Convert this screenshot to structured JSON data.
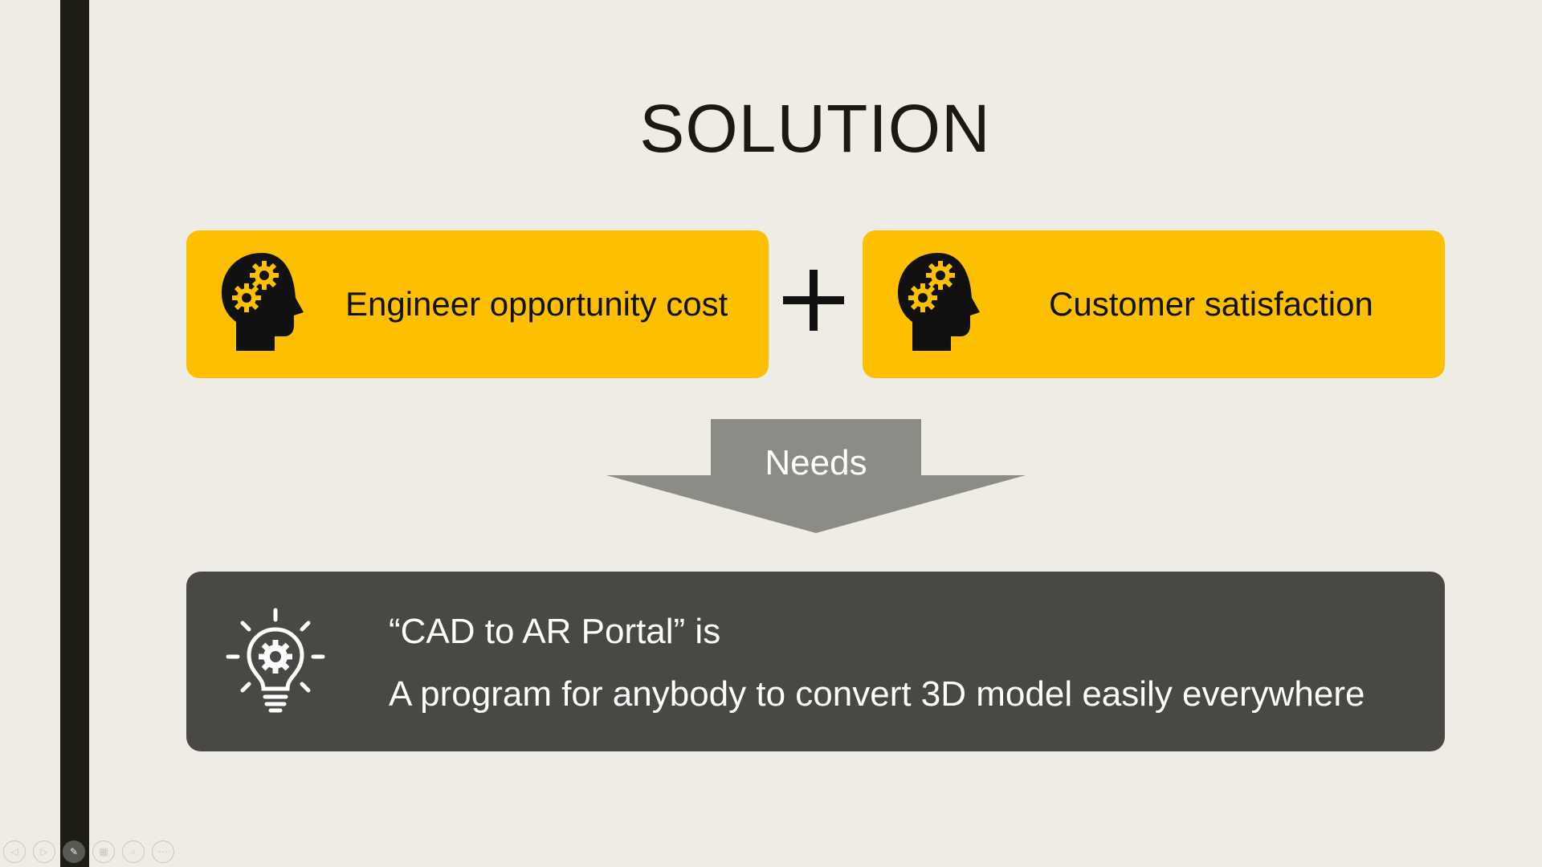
{
  "slide": {
    "title": "SOLUTION",
    "left_card": {
      "label": "Engineer opportunity cost",
      "icon": "head-gears-icon"
    },
    "right_card": {
      "label": "Customer satisfaction",
      "icon": "head-gears-icon"
    },
    "plus_symbol": "plus-icon",
    "arrow": {
      "label": "Needs"
    },
    "solution_box": {
      "icon": "lightbulb-gear-icon",
      "line1": "“CAD to AR Portal” is",
      "line2": "A program for anybody to convert 3D model easily everywhere"
    }
  },
  "controls": [
    {
      "name": "previous-slide-button",
      "icon": "chevron-left-icon",
      "glyph": "◁"
    },
    {
      "name": "next-slide-button",
      "icon": "chevron-right-icon",
      "glyph": "▷"
    },
    {
      "name": "pen-tool-button",
      "icon": "pen-icon",
      "glyph": "✎"
    },
    {
      "name": "slides-overview-button",
      "icon": "slides-icon",
      "glyph": "▦"
    },
    {
      "name": "zoom-button",
      "icon": "magnifier-icon",
      "glyph": "⌕"
    },
    {
      "name": "more-options-button",
      "icon": "more-icon",
      "glyph": "⋯"
    }
  ],
  "colors": {
    "background": "#eeece4",
    "accent": "#fdc000",
    "dark_bar": "#1e1d14",
    "arrow": "#8b8c86",
    "box": "#484844"
  }
}
